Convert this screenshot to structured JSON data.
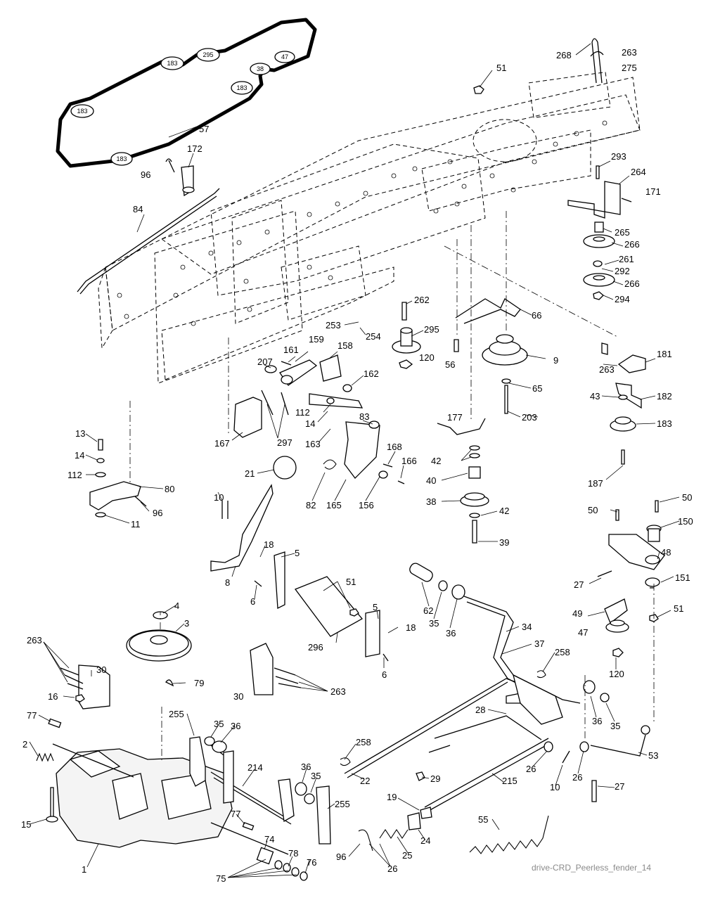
{
  "figure": {
    "caption": "drive-CRD_Peerless_fender_14"
  },
  "belt_pulley_labels": [
    "295",
    "183",
    "47",
    "38",
    "183",
    "183",
    "183"
  ],
  "callouts": [
    {
      "id": "c-268",
      "text": "268"
    },
    {
      "id": "c-263a",
      "text": "263"
    },
    {
      "id": "c-275",
      "text": "275"
    },
    {
      "id": "c-51a",
      "text": "51"
    },
    {
      "id": "c-57",
      "text": "57"
    },
    {
      "id": "c-172",
      "text": "172"
    },
    {
      "id": "c-96a",
      "text": "96"
    },
    {
      "id": "c-84",
      "text": "84"
    },
    {
      "id": "c-293",
      "text": "293"
    },
    {
      "id": "c-264",
      "text": "264"
    },
    {
      "id": "c-171",
      "text": "171"
    },
    {
      "id": "c-265",
      "text": "265"
    },
    {
      "id": "c-266a",
      "text": "266"
    },
    {
      "id": "c-261",
      "text": "261"
    },
    {
      "id": "c-292",
      "text": "292"
    },
    {
      "id": "c-266b",
      "text": "266"
    },
    {
      "id": "c-294",
      "text": "294"
    },
    {
      "id": "c-262",
      "text": "262"
    },
    {
      "id": "c-66",
      "text": "66"
    },
    {
      "id": "c-295",
      "text": "295"
    },
    {
      "id": "c-253",
      "text": "253"
    },
    {
      "id": "c-254",
      "text": "254"
    },
    {
      "id": "c-120a",
      "text": "120"
    },
    {
      "id": "c-56",
      "text": "56"
    },
    {
      "id": "c-9",
      "text": "9"
    },
    {
      "id": "c-159",
      "text": "159"
    },
    {
      "id": "c-161",
      "text": "161"
    },
    {
      "id": "c-158",
      "text": "158"
    },
    {
      "id": "c-207",
      "text": "207"
    },
    {
      "id": "c-162",
      "text": "162"
    },
    {
      "id": "c-181",
      "text": "181"
    },
    {
      "id": "c-263b",
      "text": "263"
    },
    {
      "id": "c-65",
      "text": "65"
    },
    {
      "id": "c-182",
      "text": "182"
    },
    {
      "id": "c-43a",
      "text": "43"
    },
    {
      "id": "c-183",
      "text": "183"
    },
    {
      "id": "c-203",
      "text": "203"
    },
    {
      "id": "c-177",
      "text": "177"
    },
    {
      "id": "c-112a",
      "text": "112"
    },
    {
      "id": "c-14a",
      "text": "14"
    },
    {
      "id": "c-83",
      "text": "83"
    },
    {
      "id": "c-167",
      "text": "167"
    },
    {
      "id": "c-297",
      "text": "297"
    },
    {
      "id": "c-163",
      "text": "163"
    },
    {
      "id": "c-168",
      "text": "168"
    },
    {
      "id": "c-166",
      "text": "166"
    },
    {
      "id": "c-42a",
      "text": "42"
    },
    {
      "id": "c-40",
      "text": "40"
    },
    {
      "id": "c-187",
      "text": "187"
    },
    {
      "id": "c-13",
      "text": "13"
    },
    {
      "id": "c-14b",
      "text": "14"
    },
    {
      "id": "c-112b",
      "text": "112"
    },
    {
      "id": "c-80",
      "text": "80"
    },
    {
      "id": "c-96b",
      "text": "96"
    },
    {
      "id": "c-11",
      "text": "11"
    },
    {
      "id": "c-21",
      "text": "21"
    },
    {
      "id": "c-82",
      "text": "82"
    },
    {
      "id": "c-165",
      "text": "165"
    },
    {
      "id": "c-156",
      "text": "156"
    },
    {
      "id": "c-38",
      "text": "38"
    },
    {
      "id": "c-42b",
      "text": "42"
    },
    {
      "id": "c-39",
      "text": "39"
    },
    {
      "id": "c-50a",
      "text": "50"
    },
    {
      "id": "c-50b",
      "text": "50"
    },
    {
      "id": "c-150",
      "text": "150"
    },
    {
      "id": "c-48",
      "text": "48"
    },
    {
      "id": "c-10a",
      "text": "10"
    },
    {
      "id": "c-18a",
      "text": "18"
    },
    {
      "id": "c-5a",
      "text": "5"
    },
    {
      "id": "c-8",
      "text": "8"
    },
    {
      "id": "c-51b",
      "text": "51"
    },
    {
      "id": "c-6a",
      "text": "6"
    },
    {
      "id": "c-27a",
      "text": "27"
    },
    {
      "id": "c-151",
      "text": "151"
    },
    {
      "id": "c-62",
      "text": "62"
    },
    {
      "id": "c-35a",
      "text": "35"
    },
    {
      "id": "c-36a",
      "text": "36"
    },
    {
      "id": "c-49",
      "text": "49"
    },
    {
      "id": "c-51c",
      "text": "51"
    },
    {
      "id": "c-4",
      "text": "4"
    },
    {
      "id": "c-3",
      "text": "3"
    },
    {
      "id": "c-34",
      "text": "34"
    },
    {
      "id": "c-47",
      "text": "47"
    },
    {
      "id": "c-5b",
      "text": "5"
    },
    {
      "id": "c-18b",
      "text": "18"
    },
    {
      "id": "c-296",
      "text": "296"
    },
    {
      "id": "c-37",
      "text": "37"
    },
    {
      "id": "c-263c",
      "text": "263"
    },
    {
      "id": "c-258a",
      "text": "258"
    },
    {
      "id": "c-120b",
      "text": "120"
    },
    {
      "id": "c-30a",
      "text": "30"
    },
    {
      "id": "c-6b",
      "text": "6"
    },
    {
      "id": "c-79",
      "text": "79"
    },
    {
      "id": "c-30b",
      "text": "30"
    },
    {
      "id": "c-263d",
      "text": "263"
    },
    {
      "id": "c-16",
      "text": "16"
    },
    {
      "id": "c-28",
      "text": "28"
    },
    {
      "id": "c-77a",
      "text": "77"
    },
    {
      "id": "c-255a",
      "text": "255"
    },
    {
      "id": "c-35b",
      "text": "35"
    },
    {
      "id": "c-36b",
      "text": "36"
    },
    {
      "id": "c-36c",
      "text": "36"
    },
    {
      "id": "c-35c",
      "text": "35"
    },
    {
      "id": "c-2",
      "text": "2"
    },
    {
      "id": "c-258b",
      "text": "258"
    },
    {
      "id": "c-53",
      "text": "53"
    },
    {
      "id": "c-214",
      "text": "214"
    },
    {
      "id": "c-36d",
      "text": "36"
    },
    {
      "id": "c-35d",
      "text": "35"
    },
    {
      "id": "c-26a",
      "text": "26"
    },
    {
      "id": "c-26b",
      "text": "26"
    },
    {
      "id": "c-22",
      "text": "22"
    },
    {
      "id": "c-29",
      "text": "29"
    },
    {
      "id": "c-10b",
      "text": "10"
    },
    {
      "id": "c-215",
      "text": "215"
    },
    {
      "id": "c-27b",
      "text": "27"
    },
    {
      "id": "c-19",
      "text": "19"
    },
    {
      "id": "c-255b",
      "text": "255"
    },
    {
      "id": "c-15",
      "text": "15"
    },
    {
      "id": "c-77b",
      "text": "77"
    },
    {
      "id": "c-55",
      "text": "55"
    },
    {
      "id": "c-74",
      "text": "74"
    },
    {
      "id": "c-24",
      "text": "24"
    },
    {
      "id": "c-1",
      "text": "1"
    },
    {
      "id": "c-78",
      "text": "78"
    },
    {
      "id": "c-96c",
      "text": "96"
    },
    {
      "id": "c-25",
      "text": "25"
    },
    {
      "id": "c-76",
      "text": "76"
    },
    {
      "id": "c-75",
      "text": "75"
    },
    {
      "id": "c-26c",
      "text": "26"
    }
  ]
}
